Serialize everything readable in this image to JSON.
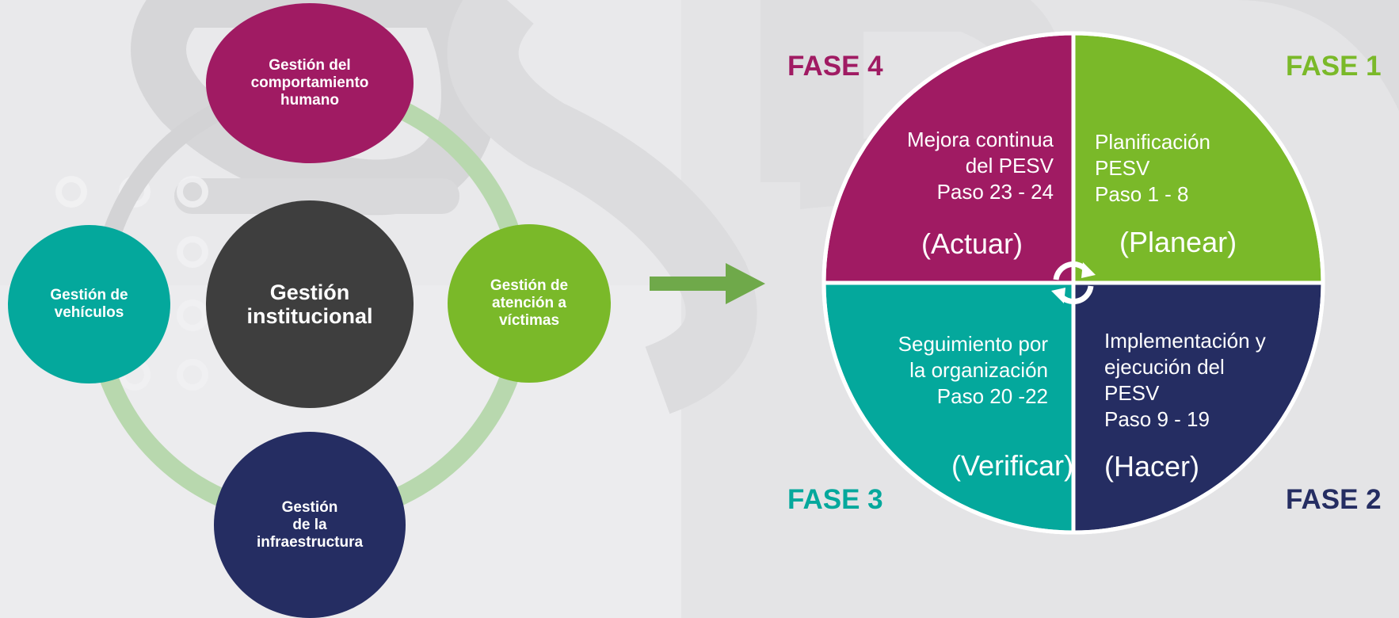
{
  "left_diagram": {
    "center": "Gestión\ninstitucional",
    "top": "Gestión del\ncomportamiento\nhumano",
    "left": "Gestión de\nvehículos",
    "right": "Gestión de\natención a\nvíctimas",
    "bottom": "Gestión\nde la\ninfraestructura"
  },
  "cycle": {
    "q4_text": "Mejora continua\ndel PESV\nPaso 23 - 24",
    "q4_verb": "(Actuar)",
    "q1_text": "Planificación\nPESV\nPaso 1 - 8",
    "q1_verb": "(Planear)",
    "q3_text": "Seguimiento por\nla organización\nPaso 20 -22",
    "q3_verb": "(Verificar)",
    "q2_text": "Implementación y\nejecución del\nPESV\nPaso 9 - 19",
    "q2_verb": "(Hacer)"
  },
  "phases": {
    "fase4": "FASE 4",
    "fase1": "FASE 1",
    "fase3": "FASE 3",
    "fase2": "FASE 2"
  },
  "colors": {
    "magenta": "#a01b63",
    "green": "#7ab929",
    "teal": "#04a89c",
    "navy": "#252d62",
    "dark": "#3e3e3e",
    "arrow": "#6fa94a",
    "ring_green": "#b5d4a8",
    "ring_gray": "#d3d3d5"
  },
  "icons": {
    "cycle": "cycle-arrows-icon",
    "arrow": "right-arrow-icon"
  }
}
